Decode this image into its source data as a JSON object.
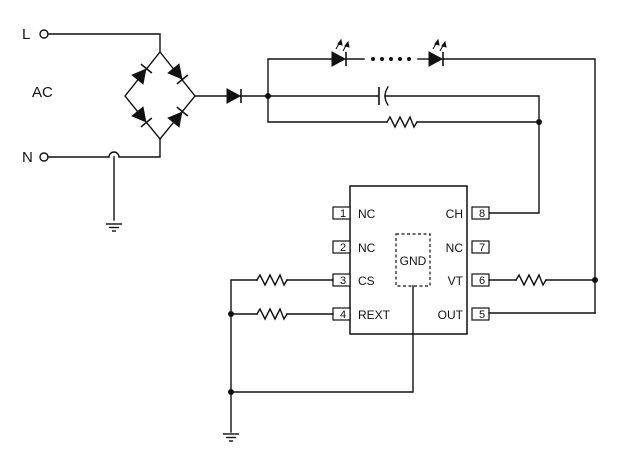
{
  "terminals": {
    "line": "L",
    "neutral": "N",
    "ac": "AC"
  },
  "ic": {
    "gnd_label": "GND",
    "pins": [
      {
        "num": "1",
        "label": "NC"
      },
      {
        "num": "2",
        "label": "NC"
      },
      {
        "num": "3",
        "label": "CS"
      },
      {
        "num": "4",
        "label": "REXT"
      },
      {
        "num": "5",
        "label": "OUT"
      },
      {
        "num": "6",
        "label": "VT"
      },
      {
        "num": "7",
        "label": "NC"
      },
      {
        "num": "8",
        "label": "CH"
      }
    ]
  }
}
